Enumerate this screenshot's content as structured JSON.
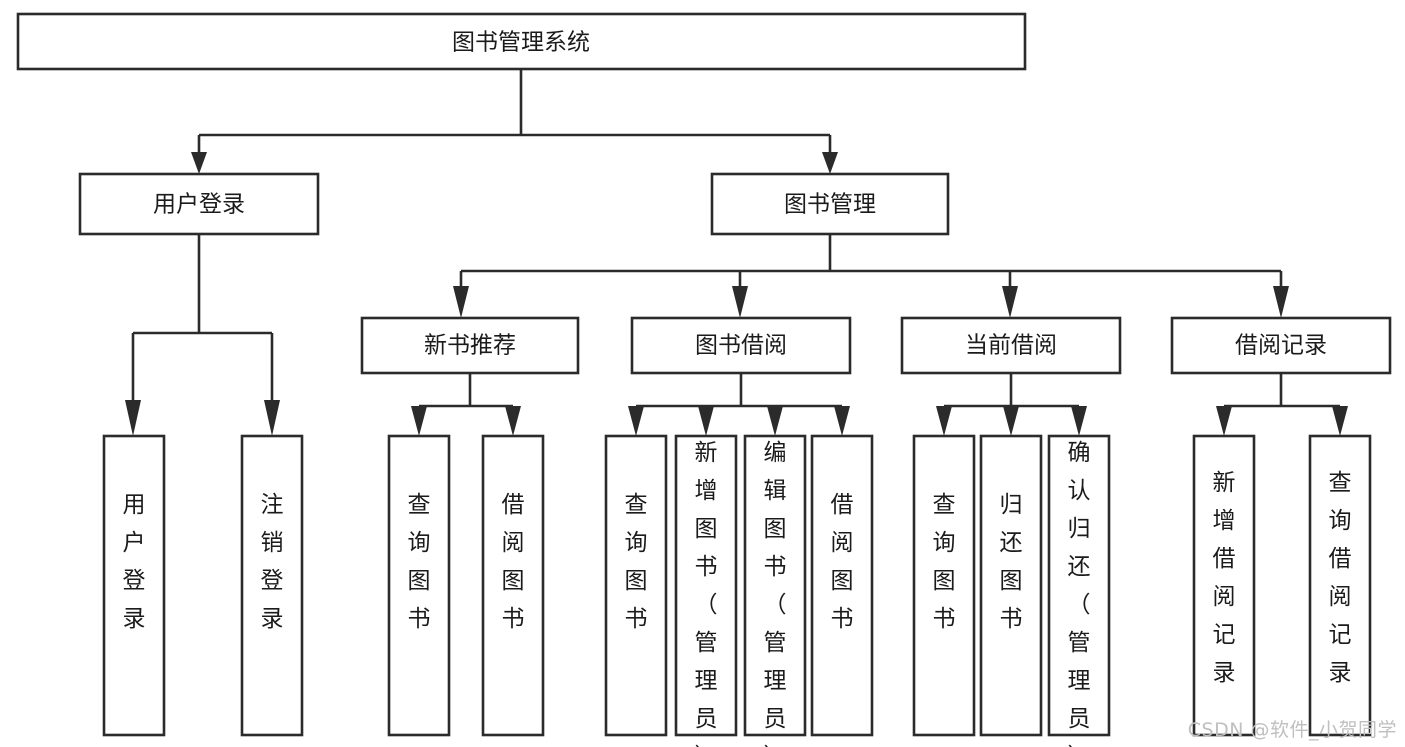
{
  "diagram": {
    "type": "tree",
    "title": "图书管理系统",
    "orientation": "top-down",
    "colors": {
      "stroke": "#2b2b2b",
      "box_fill": "#ffffff",
      "text": "#1b1b1b",
      "background": "#ffffff",
      "watermark": "#bfbfbf"
    },
    "root": {
      "label": "图书管理系统",
      "text_orientation": "horizontal"
    },
    "level1": [
      {
        "label": "用户登录",
        "text_orientation": "horizontal"
      },
      {
        "label": "图书管理",
        "text_orientation": "horizontal"
      }
    ],
    "level2": [
      {
        "label": "新书推荐",
        "text_orientation": "horizontal",
        "parent": "图书管理"
      },
      {
        "label": "图书借阅",
        "text_orientation": "horizontal",
        "parent": "图书管理"
      },
      {
        "label": "当前借阅",
        "text_orientation": "horizontal",
        "parent": "图书管理"
      },
      {
        "label": "借阅记录",
        "text_orientation": "horizontal",
        "parent": "图书管理"
      }
    ],
    "leaves": [
      {
        "label": "用户登录",
        "parent": "用户登录",
        "text_orientation": "vertical"
      },
      {
        "label": "注销登录",
        "parent": "用户登录",
        "text_orientation": "vertical"
      },
      {
        "label": "查询图书",
        "parent": "新书推荐",
        "text_orientation": "vertical"
      },
      {
        "label": "借阅图书",
        "parent": "新书推荐",
        "text_orientation": "vertical"
      },
      {
        "label": "查询图书",
        "parent": "图书借阅",
        "text_orientation": "vertical"
      },
      {
        "label": "新增图书（管理员）",
        "parent": "图书借阅",
        "text_orientation": "vertical"
      },
      {
        "label": "编辑图书（管理员）",
        "parent": "图书借阅",
        "text_orientation": "vertical"
      },
      {
        "label": "借阅图书",
        "parent": "图书借阅",
        "text_orientation": "vertical"
      },
      {
        "label": "查询图书",
        "parent": "当前借阅",
        "text_orientation": "vertical"
      },
      {
        "label": "归还图书",
        "parent": "当前借阅",
        "text_orientation": "vertical"
      },
      {
        "label": "确认归还（管理员）",
        "parent": "当前借阅",
        "text_orientation": "vertical"
      },
      {
        "label": "新增借阅记录",
        "parent": "借阅记录",
        "text_orientation": "vertical"
      },
      {
        "label": "查询借阅记录",
        "parent": "借阅记录",
        "text_orientation": "vertical"
      }
    ]
  },
  "watermark": {
    "text": "CSDN @软件_小贺同学"
  }
}
